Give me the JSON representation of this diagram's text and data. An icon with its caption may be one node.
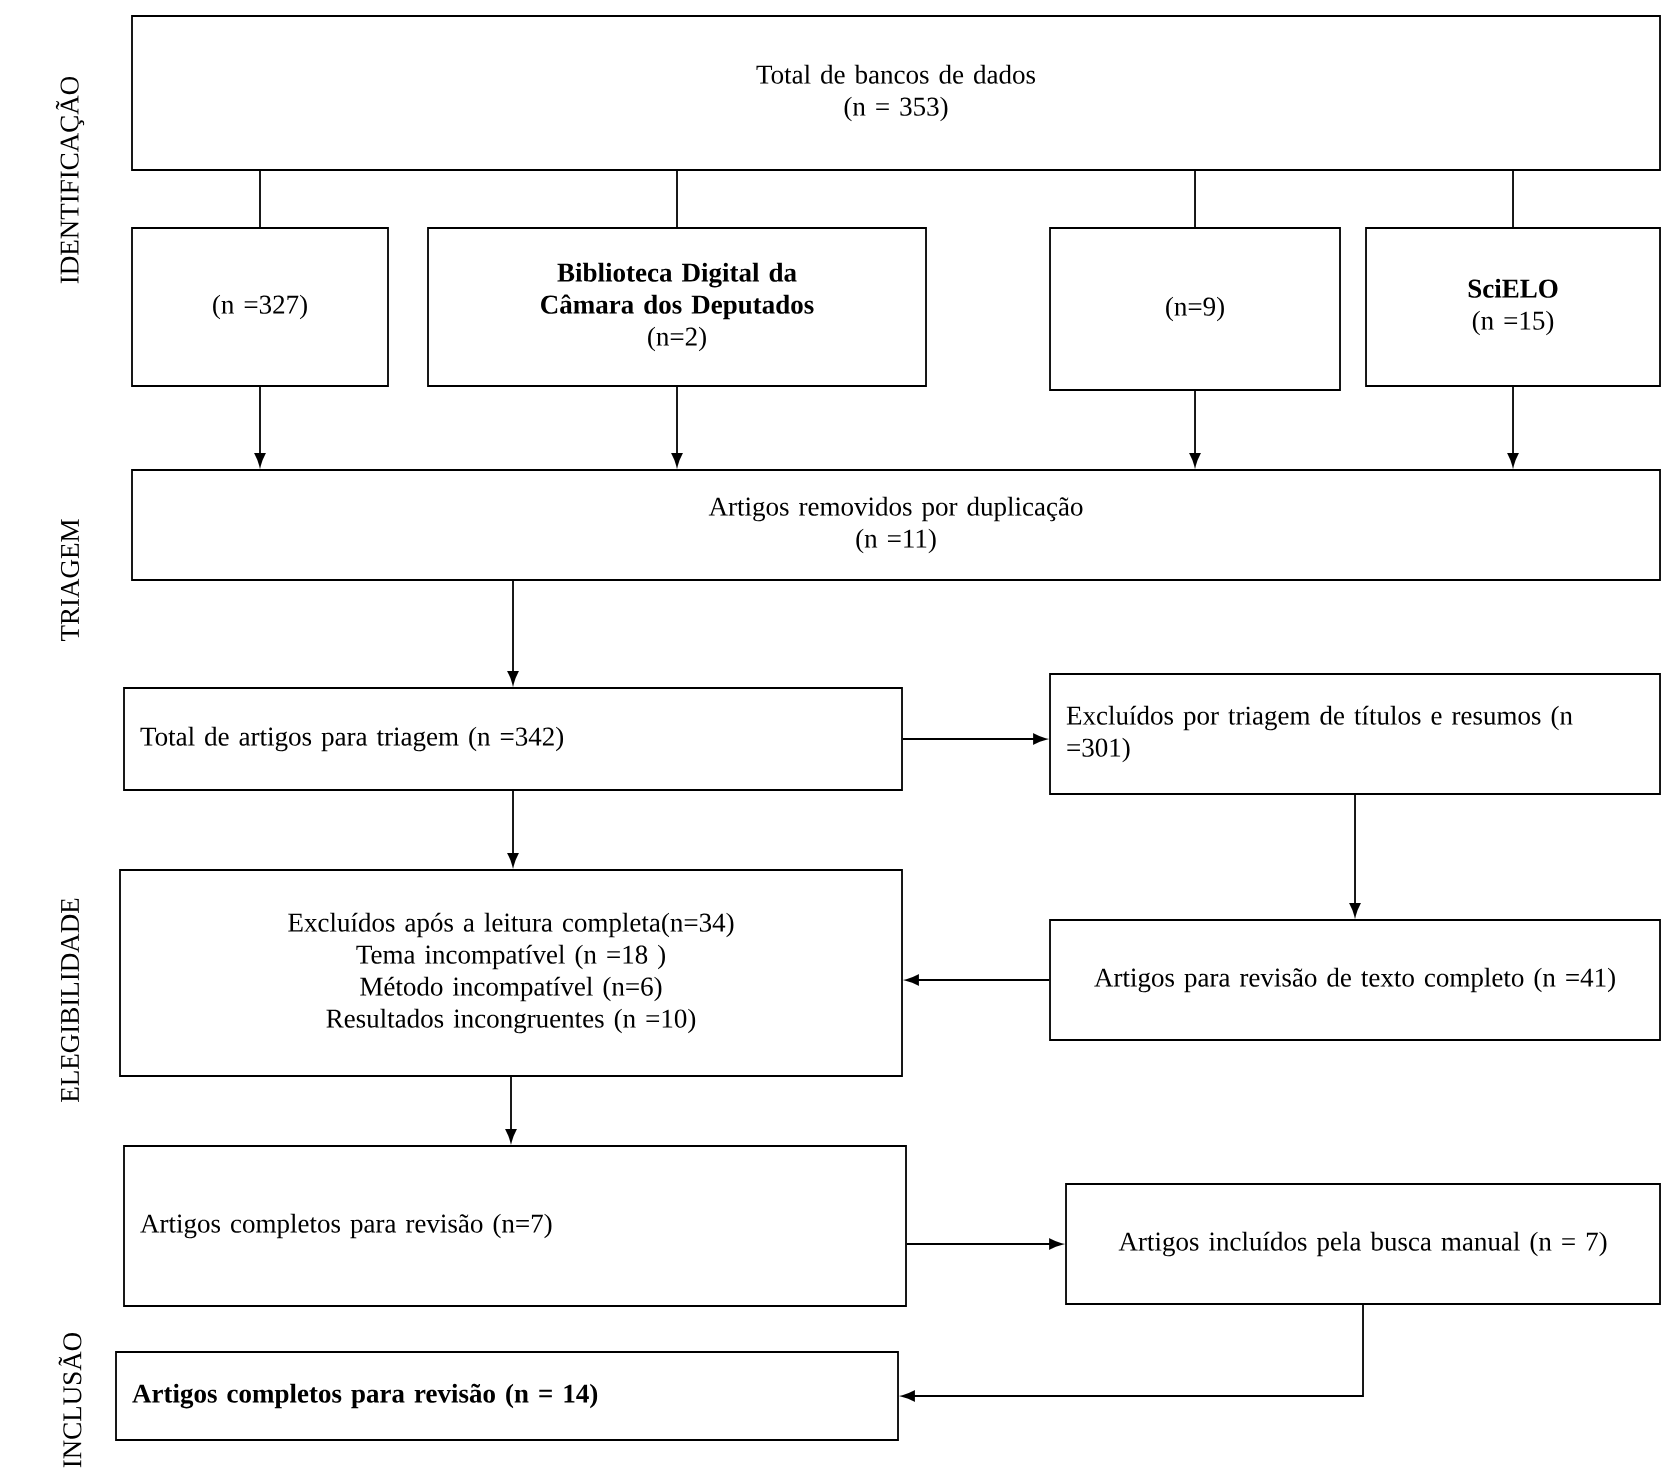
{
  "diagram": {
    "nodes": [
      {
        "text": [
          "Total de bancos de dados",
          "(n = 353)"
        ]
      },
      {
        "text": [
          "(n =327)"
        ]
      },
      {
        "text": [
          "Biblioteca Digital da Câmara dos Deputados",
          "(n=2)"
        ]
      },
      {
        "text": [
          "(n=9)"
        ]
      },
      {
        "text": [
          "SciELO",
          "(n =15)"
        ]
      },
      {
        "text": [
          "Artigos removidos por duplicação",
          "(n =11)"
        ]
      },
      {
        "text": [
          "Total de artigos para triagem (n =342)"
        ]
      },
      {
        "text": [
          "Excluídos por triagem de títulos e resumos (n =301)"
        ]
      },
      {
        "text": [
          "Excluídos após a leitura completa(n=34)",
          "Tema incompatível (n =18 )",
          "Método incompatível (n=6)",
          "Resultados incongruentes (n =10)"
        ]
      },
      {
        "text": [
          "Artigos para revisão de texto completo (n =41)"
        ]
      },
      {
        "text": [
          "Artigos completos para revisão (n=7)"
        ]
      },
      {
        "text": [
          "Artigos incluídos pela busca manual (n = 7)"
        ]
      },
      {
        "text": [
          "Artigos completos para revisão (n = 14)"
        ]
      }
    ],
    "edges": [
      {
        "from": 0,
        "to": 1,
        "arrow": "none"
      },
      {
        "from": 0,
        "to": 2,
        "arrow": "none"
      },
      {
        "from": 0,
        "to": 3,
        "arrow": "none"
      },
      {
        "from": 0,
        "to": 4,
        "arrow": "none"
      },
      {
        "from": 1,
        "to": 5,
        "arrow": "to"
      },
      {
        "from": 2,
        "to": 5,
        "arrow": "to"
      },
      {
        "from": 3,
        "to": 5,
        "arrow": "to"
      },
      {
        "from": 4,
        "to": 5,
        "arrow": "to"
      },
      {
        "from": 5,
        "to": 6,
        "arrow": "to"
      },
      {
        "from": 6,
        "to": 7,
        "arrow": "to"
      },
      {
        "from": 6,
        "to": 8,
        "arrow": "to"
      },
      {
        "from": 7,
        "to": 9,
        "arrow": "to"
      },
      {
        "from": 9,
        "to": 8,
        "arrow": "to"
      },
      {
        "from": 8,
        "to": 10,
        "arrow": "to"
      },
      {
        "from": 10,
        "to": 11,
        "arrow": "to"
      },
      {
        "from": 11,
        "to": 12,
        "arrow": "to"
      }
    ],
    "labels": [
      "IDENTIFICAÇÃO",
      "TRIAGEM",
      "ELEGIBILIDADE",
      "INCLUSÃO"
    ]
  }
}
